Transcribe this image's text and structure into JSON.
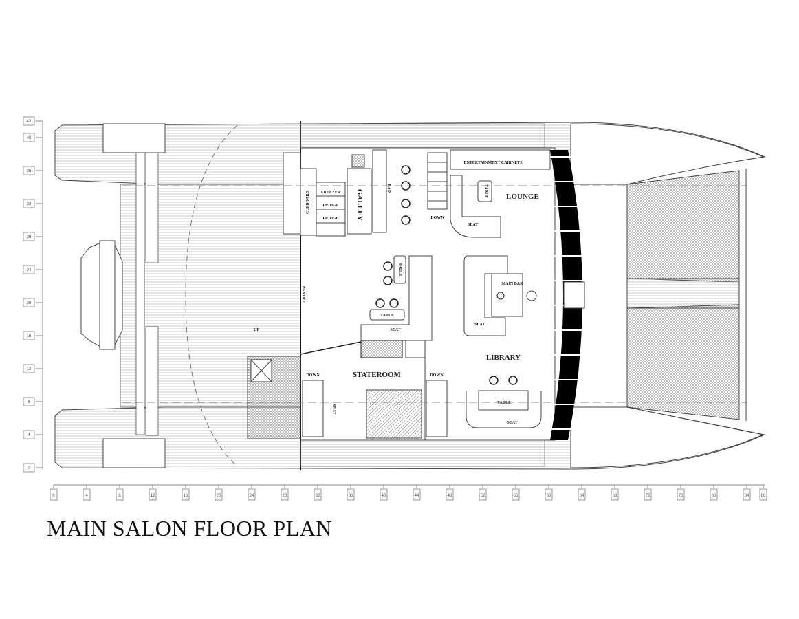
{
  "title": "MAIN SALON FLOOR PLAN",
  "axes": {
    "bottom_ticks": [
      "0",
      "4",
      "8",
      "12",
      "16",
      "20",
      "24",
      "28",
      "32",
      "36",
      "40",
      "44",
      "48",
      "52",
      "56",
      "60",
      "64",
      "68",
      "72",
      "76",
      "80",
      "84",
      "86"
    ],
    "left_ticks": [
      "0",
      "4",
      "8",
      "12",
      "16",
      "20",
      "24",
      "28",
      "32",
      "36",
      "40",
      "42"
    ]
  },
  "rooms": {
    "galley": "GALLEY",
    "lounge": "LOUNGE",
    "library": "LIBRARY",
    "stateroom": "STATEROOM"
  },
  "fixtures": {
    "entertainment": "ENTERTAINMENT CABINETS",
    "table": "TABLE",
    "seat": "SEAT",
    "bar": "BAR",
    "main_bar": "MAIN BAR",
    "down": "DOWN",
    "up": "UP",
    "freezer": "FREEZER",
    "fridge": "FRIDGE",
    "cupboard": "CUPBOARD",
    "pantry": "PANTRY"
  },
  "colors": {
    "line": "#333333",
    "hatch": "#9a9a9a",
    "window": "#000000"
  }
}
